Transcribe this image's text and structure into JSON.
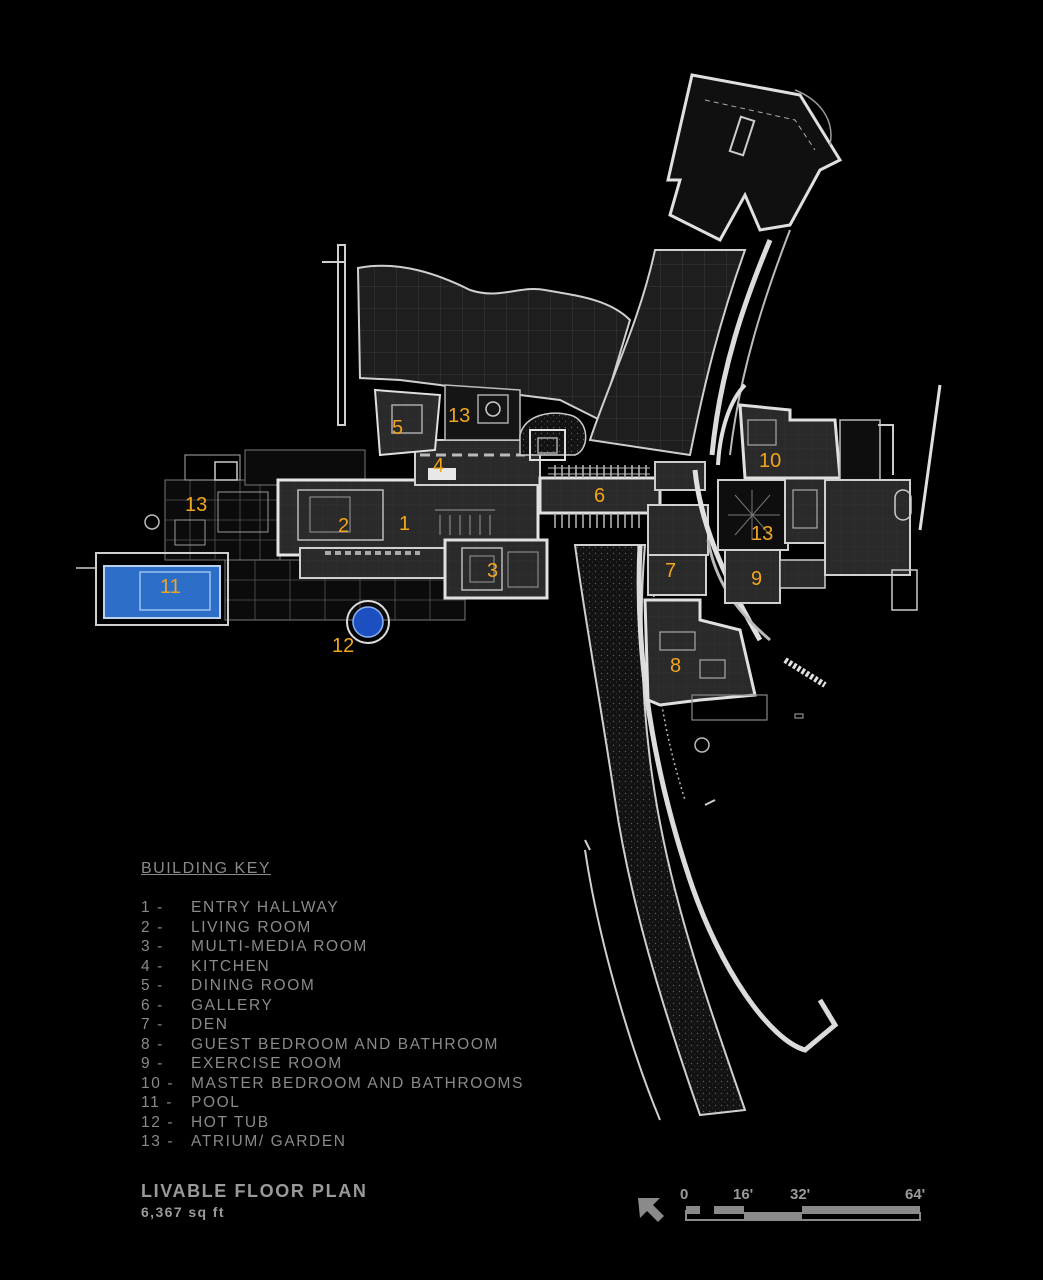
{
  "colors": {
    "background": "#000000",
    "room_label": "#f2a51d",
    "pool": "#2d6ec8",
    "key_text": "#8a8a8a",
    "walls": "#dcdcdc"
  },
  "key": {
    "title": "BUILDING KEY",
    "items": [
      {
        "num": "1 -",
        "label": "ENTRY HALLWAY"
      },
      {
        "num": "2 -",
        "label": "LIVING ROOM"
      },
      {
        "num": "3 -",
        "label": "MULTI-MEDIA ROOM"
      },
      {
        "num": "4 -",
        "label": "KITCHEN"
      },
      {
        "num": "5 -",
        "label": "DINING ROOM"
      },
      {
        "num": "6 -",
        "label": "GALLERY"
      },
      {
        "num": "7 -",
        "label": "DEN"
      },
      {
        "num": "8 -",
        "label": "GUEST BEDROOM AND BATHROOM"
      },
      {
        "num": "9 -",
        "label": "EXERCISE ROOM"
      },
      {
        "num": "10 -",
        "label": "MASTER BEDROOM AND BATHROOMS"
      },
      {
        "num": "11 -",
        "label": "POOL"
      },
      {
        "num": "12 -",
        "label": "HOT TUB"
      },
      {
        "num": "13 -",
        "label": "ATRIUM/ GARDEN"
      }
    ]
  },
  "plan": {
    "title": "LIVABLE FLOOR PLAN",
    "area": "6,367 sq ft"
  },
  "room_labels": {
    "r1": "1",
    "r2": "2",
    "r3": "3",
    "r4": "4",
    "r5": "5",
    "r6": "6",
    "r7": "7",
    "r8": "8",
    "r9": "9",
    "r10": "10",
    "r11": "11",
    "r12": "12",
    "r13a": "13",
    "r13b": "13",
    "r13c": "13"
  },
  "scale_bar": {
    "ticks": [
      "0",
      "16'",
      "32'",
      "64'"
    ]
  },
  "icons": {
    "north": "north-arrow-icon"
  }
}
